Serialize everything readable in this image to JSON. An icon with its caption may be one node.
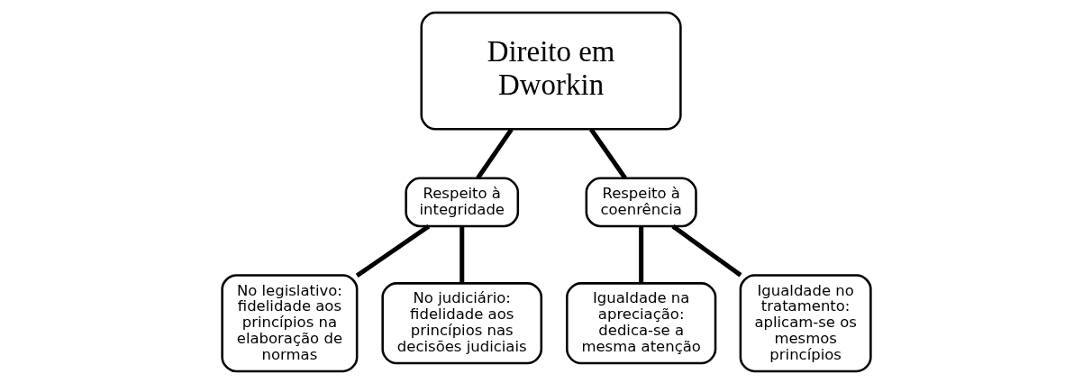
{
  "diagram": {
    "nodes": [
      {
        "text": [
          "Direito em Dworkin"
        ]
      },
      {
        "text": [
          "Respeito à integridade"
        ]
      },
      {
        "text": [
          "Respeito à coenrência"
        ]
      },
      {
        "text": [
          "No legislativo: fidelidade aos princípios na elaboração de normas"
        ]
      },
      {
        "text": [
          "No judiciário: fidelidade aos princípios nas decisões judiciais"
        ]
      },
      {
        "text": [
          "Igualdade na apreciação: dedica-se a mesma atenção"
        ]
      },
      {
        "text": [
          "Igualdade no tratamento: aplicam-se os mesmos princípios"
        ]
      }
    ],
    "edges": [
      {
        "from": 0,
        "to": 1,
        "arrow": "none"
      },
      {
        "from": 0,
        "to": 2,
        "arrow": "none"
      },
      {
        "from": 1,
        "to": 3,
        "arrow": "none"
      },
      {
        "from": 1,
        "to": 4,
        "arrow": "none"
      },
      {
        "from": 2,
        "to": 5,
        "arrow": "none"
      },
      {
        "from": 2,
        "to": 6,
        "arrow": "none"
      }
    ]
  }
}
